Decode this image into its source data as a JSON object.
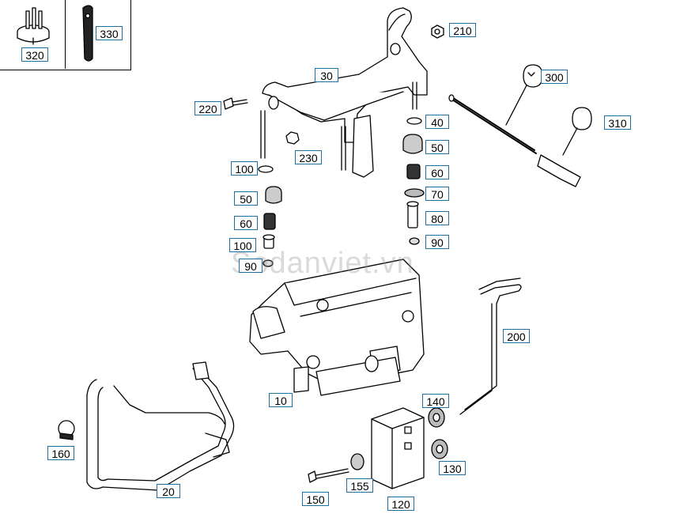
{
  "watermark": "Sodanviet.vn",
  "callouts": {
    "c320": "320",
    "c330": "330",
    "c210": "210",
    "c30": "30",
    "c300": "300",
    "c310": "310",
    "c220": "220",
    "c40": "40",
    "c50r": "50",
    "c230": "230",
    "c100a": "100",
    "c60r": "60",
    "c50l": "50",
    "c70": "70",
    "c60l": "60",
    "c80": "80",
    "c100b": "100",
    "c90r": "90",
    "c90l": "90",
    "c200": "200",
    "c10": "10",
    "c140": "140",
    "c160": "160",
    "c130": "130",
    "c20": "20",
    "c155": "155",
    "c150": "150",
    "c120": "120"
  }
}
